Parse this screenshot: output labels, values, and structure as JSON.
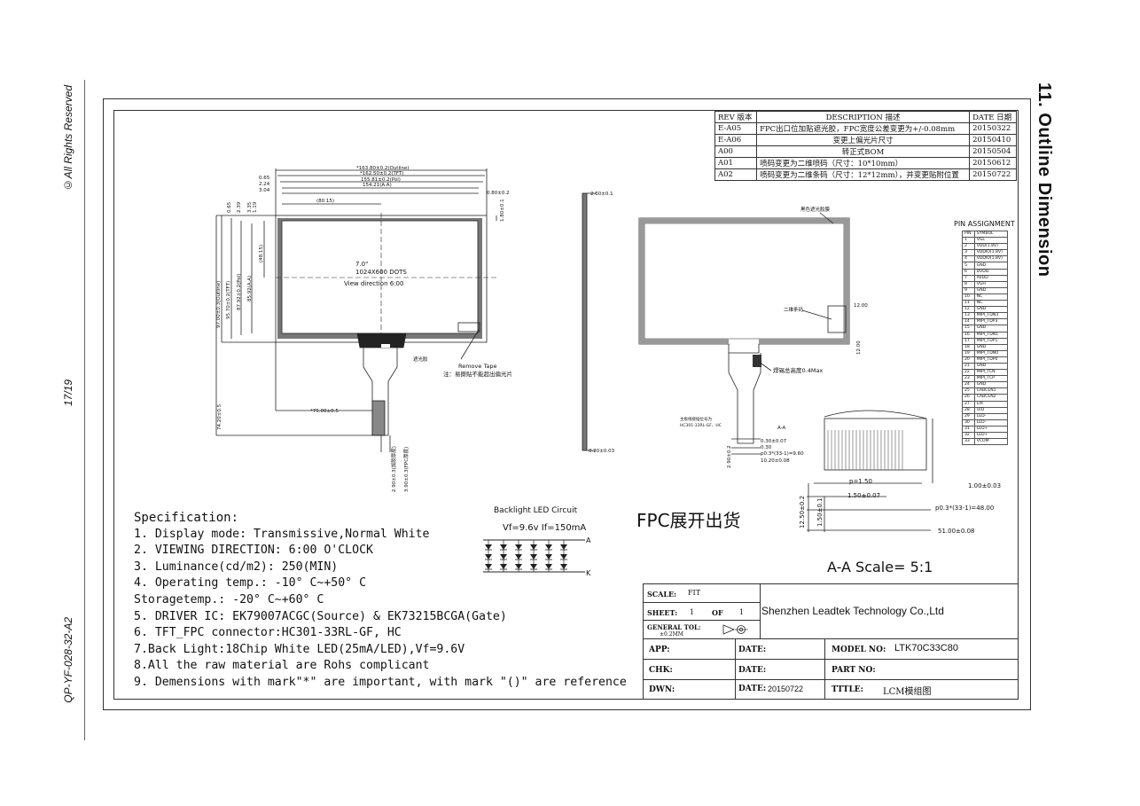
{
  "side": {
    "rights": "©All Rights Reserved",
    "page": "17/19",
    "doc_code": "QP-YF-028-32-A2"
  },
  "heading": "11. Outline Dimension",
  "revisions": {
    "headers": [
      "REV 版本",
      "DESCRIPTION 描述",
      "DATE 日期"
    ],
    "rows": [
      [
        "E-A05",
        "FPC出口位加贴遮光胶，FPC宽度公差变更为+/-0.08mm",
        "20150322"
      ],
      [
        "E-A06",
        "变更上偏光片尺寸",
        "20150410"
      ],
      [
        "A00",
        "转正式BOM",
        "20150504"
      ],
      [
        "A01",
        "喷码变更为二维喷码（尺寸：10*10mm）",
        "20150612"
      ],
      [
        "A02",
        "喷码变更为二维条码（尺寸：12*12mm），并变更贴附位置",
        "20150722"
      ]
    ]
  },
  "front_view": {
    "dim_outline": "*163.80±0.2(Outline)",
    "dim_tft": "*162.50±0.2(TFT)",
    "dim_pol": "155.81±0.2(Pol)",
    "dim_aa": "154.21(A.A)",
    "dim_080": "0.80±0.2",
    "dim_8015": "(80.15)",
    "dim_065": "0.65",
    "dim_224": "2.24",
    "dim_304": "3.04",
    "dim_h_outline": "97.00±0.3(Outline)",
    "dim_h_tft": "95.70±0.2(TFT)",
    "dim_h_pol": "87.92±0.2(Pol)",
    "dim_h_aa": "85.92(A.A)",
    "dim_v065": "0.65",
    "dim_v239": "2.39",
    "dim_v335": "3.35",
    "dim_v119": "1.19",
    "dim_4815": "(48.15)",
    "dim_180": "1.80±0.1",
    "dim_7420": "74.20±0.5",
    "dim_7500": "*75.00±0.5",
    "dim_290": "2.90±0.3(加胶厚度)",
    "dim_390": "3.90±0.3(FPC厚度)",
    "size": "7.0\"",
    "dots": "1024X600 DOTS",
    "view_dir": "View direction 6:00",
    "tape_label": "遮光胶",
    "remove_tape": "Remove Tape",
    "remove_note": "注：易撕贴不能超出偏光片"
  },
  "side_view": {
    "dim_top": "2.60±0.1",
    "dim_bottom": "0.20±0.03"
  },
  "back_view": {
    "black_tape": "黑色遮光胶膜",
    "barcode": "二维条码",
    "dim_12_h": "12.00",
    "dim_12_v": "12.00",
    "solder": "焊锡总高度0.4Max",
    "aa": "A-A",
    "conn": "主板线接插位号为",
    "conn2": "HC301-33RL-GF、HC",
    "d030_007": "0.30±0.07",
    "d030": "0.30",
    "d_pitch": "p0.3*(33-1)=9.60",
    "d1020": "10.20±0.08",
    "d290": "2.90±0.2"
  },
  "pin_assignment": {
    "title": "PIN ASSIGNMENT",
    "headers": [
      "PIN",
      "SYMBOL"
    ],
    "rows": [
      [
        "1",
        "VGL"
      ],
      [
        "2",
        "VDD(1.8V)"
      ],
      [
        "3",
        "VDDIO(1.8V)"
      ],
      [
        "4",
        "VDDIO(1.8V)"
      ],
      [
        "5",
        "GND"
      ],
      [
        "6",
        "DVDD"
      ],
      [
        "7",
        "AVDD"
      ],
      [
        "8",
        "VGH"
      ],
      [
        "9",
        "GND"
      ],
      [
        "10",
        "NC"
      ],
      [
        "11",
        "NC"
      ],
      [
        "12",
        "GND"
      ],
      [
        "13",
        "MIPI_TDN3"
      ],
      [
        "14",
        "MIPI_TDP3"
      ],
      [
        "15",
        "GND"
      ],
      [
        "16",
        "MIPI_TDN1"
      ],
      [
        "17",
        "MIPI_TDP1"
      ],
      [
        "18",
        "GND"
      ],
      [
        "19",
        "MIPI_TDN0"
      ],
      [
        "20",
        "MIPI_TDP0"
      ],
      [
        "21",
        "GND"
      ],
      [
        "22",
        "MIPI_TCN"
      ],
      [
        "23",
        "MIPI_TCP"
      ],
      [
        "24",
        "GND"
      ],
      [
        "25",
        "CABCEN1"
      ],
      [
        "26",
        "CABCEN2"
      ],
      [
        "27",
        "L/R"
      ],
      [
        "28",
        "U/D"
      ],
      [
        "29",
        "LED-"
      ],
      [
        "30",
        "LED-"
      ],
      [
        "31",
        "LED+"
      ],
      [
        "32",
        "LED+"
      ],
      [
        "33",
        "VCOM"
      ]
    ]
  },
  "detail": {
    "d100": "1.00±0.03",
    "p150": "p=1.50",
    "d150": "1.50±0.07",
    "d4800": "p0.3*(33-1)=48.00",
    "d5100": "51.00±0.08",
    "d1250": "12.50±0.2",
    "d150v": "1.50±0.1",
    "scale": "A-A Scale= 5:1"
  },
  "fpc_note": "FPC展开出货",
  "backlight": {
    "title": "Backlight LED Circuit",
    "params": "Vf=9.6v  If=150mA",
    "anode": "A",
    "cathode": "K",
    "led_count": 18,
    "led_cols": 6,
    "led_rows": 3
  },
  "spec": {
    "title": "Specification:",
    "items": [
      " 1. Display mode: Transmissive,Normal White",
      " 2. VIEWING DIRECTION: 6:00 O'CLOCK",
      " 3. Luminance(cd/m2): 250(MIN)",
      " 4. Operating temp.: -10° C~+50° C",
      "    Storagetemp.: -20° C~+60° C",
      " 5. DRIVER IC: EK79007ACGC(Source) & EK73215BCGA(Gate)",
      " 6. TFT_FPC connector:HC301-33RL-GF, HC",
      "7.Back Light:18Chip White LED(25mA/LED),Vf=9.6V",
      "8.All the raw material are Rohs complicant",
      " 9. Demensions with mark\"*\" are important, with mark \"()\" are reference"
    ]
  },
  "title_block": {
    "scale_label": "SCALE:",
    "scale_value": "FIT",
    "sheet_label": "SHEET:",
    "sheet_no": "1",
    "of_label": "OF",
    "sheet_total": "1",
    "tol_label": "GENERAL TOL:",
    "tol_value": "±0.2MM",
    "company": "Shenzhen Leadtek Technology Co.,Ltd",
    "app_label": "APP:",
    "chk_label": "CHK:",
    "dwn_label": "DWN:",
    "date_label": "DATE:",
    "dwn_date": "20150722",
    "model_label": "MODEL NO:",
    "model_value": "LTK70C33C80",
    "part_label": "PART NO:",
    "title_label": "TTTLE:",
    "title_value": "LCM模组图"
  }
}
